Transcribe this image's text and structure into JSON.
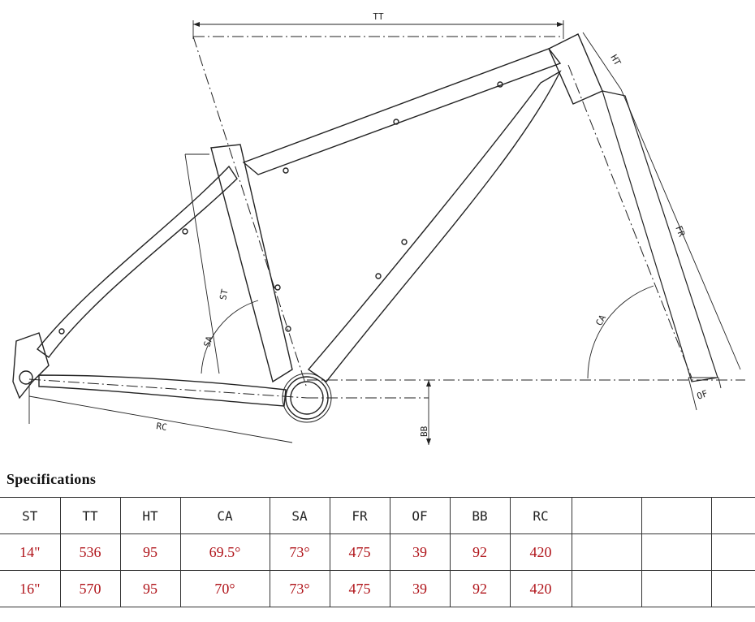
{
  "drawing": {
    "labels": {
      "tt": "TT",
      "ht": "HT",
      "fr": "FR",
      "ca": "CA",
      "st": "ST",
      "sa": "SA",
      "rc": "RC",
      "bb": "BB",
      "of": "OF"
    }
  },
  "specs": {
    "title": "Specifications",
    "headers": [
      "ST",
      "TT",
      "HT",
      "CA",
      "SA",
      "FR",
      "OF",
      "BB",
      "RC",
      "",
      "",
      ""
    ],
    "rows": [
      [
        "14\"",
        "536",
        "95",
        "69.5°",
        "73°",
        "475",
        "39",
        "92",
        "420",
        "",
        "",
        ""
      ],
      [
        "16\"",
        "570",
        "95",
        "70°",
        "73°",
        "475",
        "39",
        "92",
        "420",
        "",
        "",
        ""
      ]
    ]
  }
}
